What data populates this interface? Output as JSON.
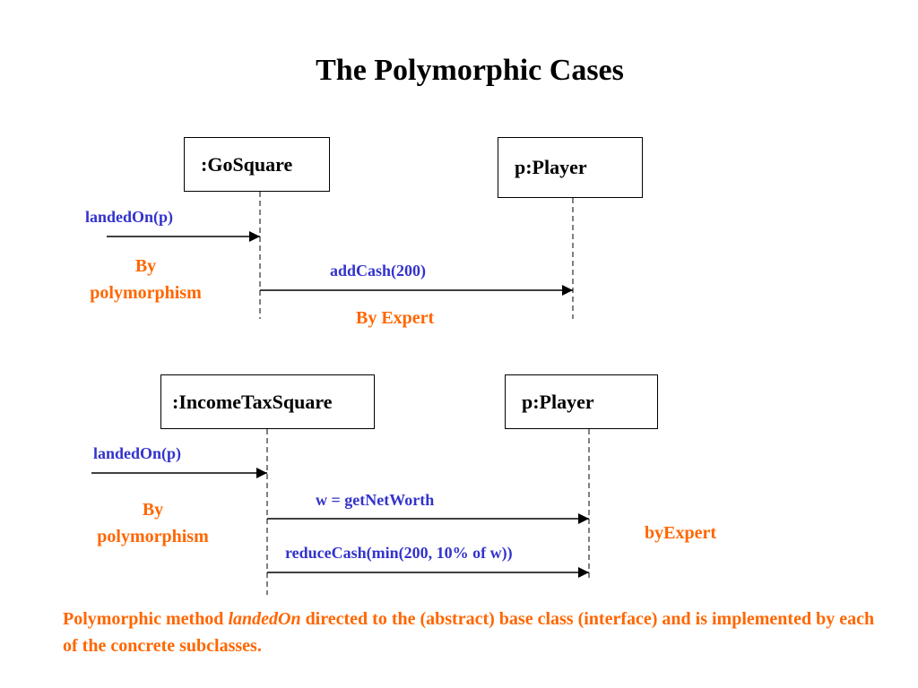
{
  "title": "The Polymorphic Cases",
  "colors": {
    "message": "#3333cc",
    "note": "#ff6600",
    "line": "#000000"
  },
  "diagram1": {
    "obj_left": ":GoSquare",
    "obj_right": "p:Player",
    "msg_in": "landedOn(p)",
    "msg_call": "addCash(200)",
    "note_left_1": "By",
    "note_left_2": "polymorphism",
    "note_expert": "By Expert"
  },
  "diagram2": {
    "obj_left": ":IncomeTaxSquare",
    "obj_right": "p:Player",
    "msg_in": "landedOn(p)",
    "msg_call_1": "w = getNetWorth",
    "msg_call_2": "reduceCash(min(200, 10% of w))",
    "note_left_1": "By",
    "note_left_2": "polymorphism",
    "note_expert": "byExpert"
  },
  "footer": {
    "prefix": "Polymorphic method ",
    "method": "landedOn",
    "suffix": " directed to the (abstract) base class (interface) and is implemented by each of the concrete subclasses."
  }
}
